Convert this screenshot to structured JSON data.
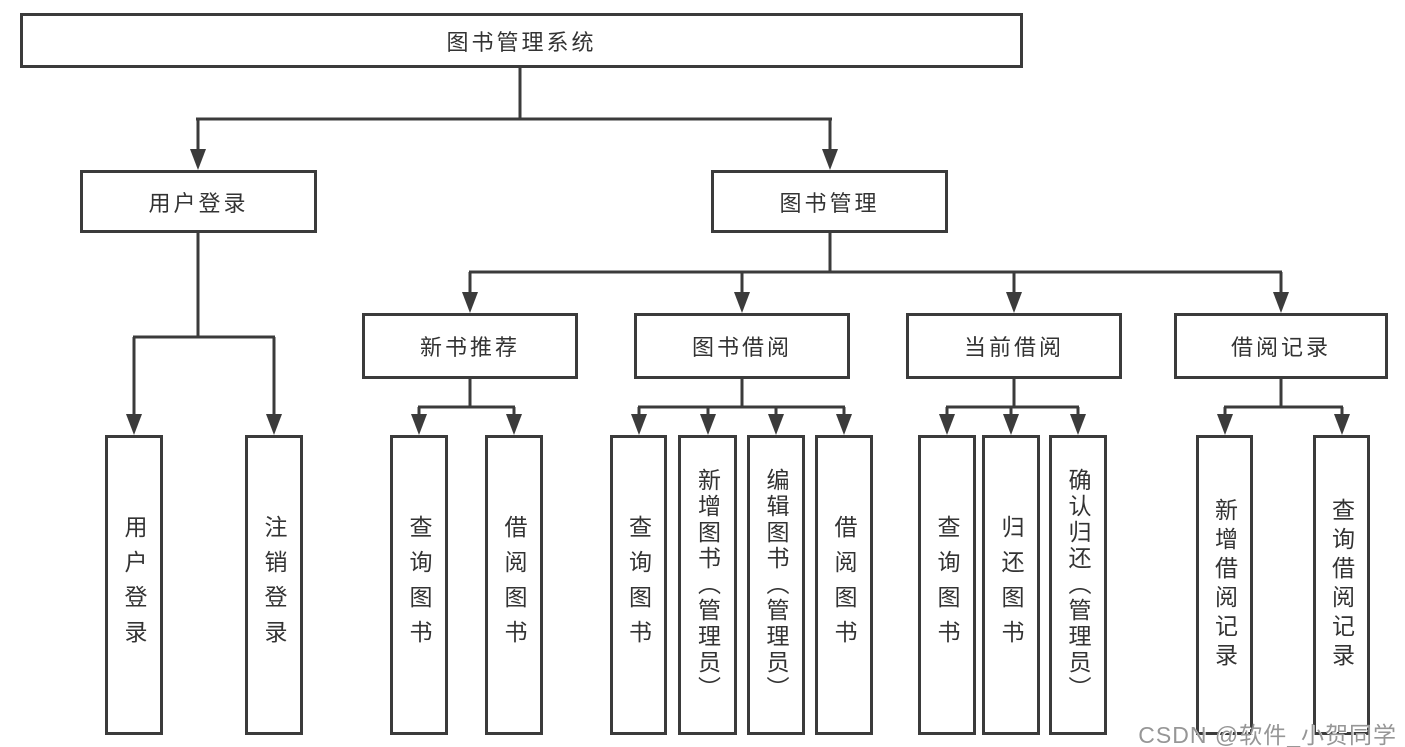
{
  "tree": {
    "label": "图书管理系统",
    "children": [
      {
        "label": "用户登录",
        "children": [
          {
            "label": "用户登录"
          },
          {
            "label": "注销登录"
          }
        ]
      },
      {
        "label": "图书管理",
        "children": [
          {
            "label": "新书推荐",
            "children": [
              {
                "label": "查询图书"
              },
              {
                "label": "借阅图书"
              }
            ]
          },
          {
            "label": "图书借阅",
            "children": [
              {
                "label": "查询图书"
              },
              {
                "label": "新增图书（管理员）"
              },
              {
                "label": "编辑图书（管理员）"
              },
              {
                "label": "借阅图书"
              }
            ]
          },
          {
            "label": "当前借阅",
            "children": [
              {
                "label": "查询图书"
              },
              {
                "label": "归还图书"
              },
              {
                "label": "确认归还（管理员）"
              }
            ]
          },
          {
            "label": "借阅记录",
            "children": [
              {
                "label": "新增借阅记录"
              },
              {
                "label": "查询借阅记录"
              }
            ]
          }
        ]
      }
    ]
  },
  "watermark": {
    "text": "CSDN @软件_小贺同学",
    "color": "#969696"
  },
  "colors": {
    "line": "#3b3b3b",
    "border": "#3b3b3b",
    "text": "#333333",
    "background": "#ffffff"
  }
}
